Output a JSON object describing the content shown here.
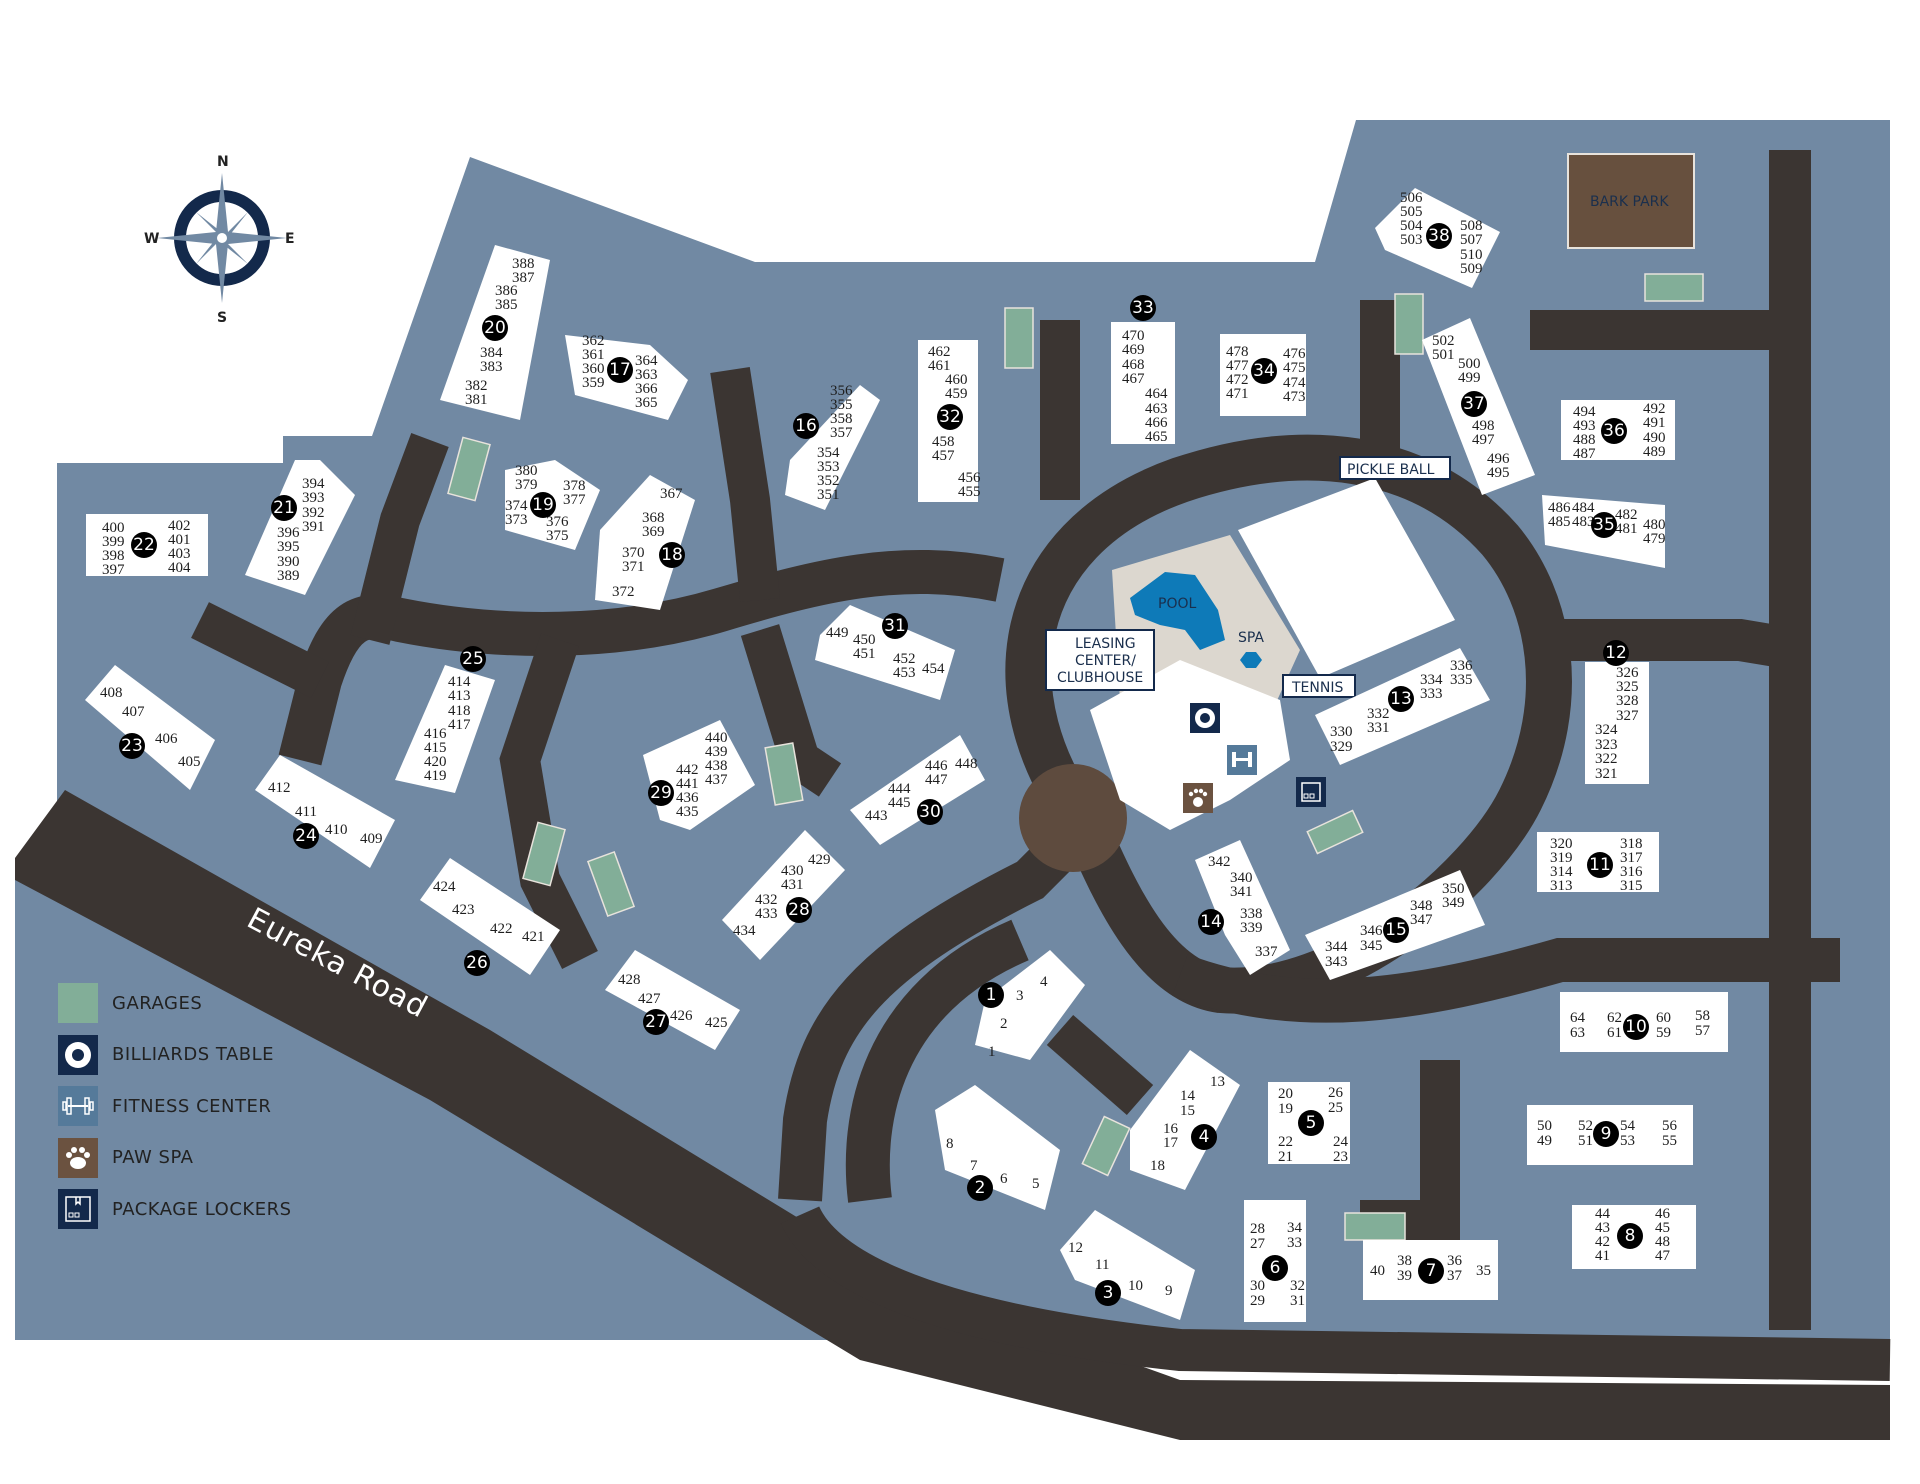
{
  "map": {
    "road_name": "Eureka Road",
    "colors": {
      "ground": "#7189a3",
      "road": "#3b3532",
      "building": "#ffffff",
      "garage": "#82ae98",
      "pool": "#0e7ab8",
      "deck": "#dcd7cf",
      "bark_park": "#67503e",
      "roundabout": "#5e4b3e",
      "badge": "#000000",
      "navy": "#13294b",
      "fitness": "#557a9a",
      "paw": "#6b5240"
    }
  },
  "compass": {
    "n": "N",
    "s": "S",
    "e": "E",
    "w": "W"
  },
  "amenities": {
    "pool": "POOL",
    "spa": "SPA",
    "pickleball": "PICKLE BALL",
    "tennis": "TENNIS",
    "leasing_line1": "LEASING",
    "leasing_line2": "CENTER/",
    "leasing_line3": "CLUBHOUSE",
    "bark_park": "BARK PARK"
  },
  "legend": [
    {
      "label": "GARAGES",
      "icon": "garage-swatch",
      "color": "#82ae98"
    },
    {
      "label": "BILLIARDS TABLE",
      "icon": "billiards-ball-icon",
      "color": "#13294b"
    },
    {
      "label": "FITNESS CENTER",
      "icon": "dumbbell-icon",
      "color": "#557a9a"
    },
    {
      "label": "PAW SPA",
      "icon": "paw-icon",
      "color": "#6b5240"
    },
    {
      "label": "PACKAGE LOCKERS",
      "icon": "package-icon",
      "color": "#13294b"
    }
  ],
  "buildings": [
    {
      "id": "1",
      "units": [
        "1",
        "2",
        "3",
        "4"
      ]
    },
    {
      "id": "2",
      "units": [
        "5",
        "6",
        "7",
        "8"
      ]
    },
    {
      "id": "3",
      "units": [
        "9",
        "10",
        "11",
        "12"
      ]
    },
    {
      "id": "4",
      "units": [
        "13",
        "14",
        "15",
        "16",
        "17",
        "18"
      ]
    },
    {
      "id": "5",
      "units": [
        "19",
        "20",
        "21",
        "22",
        "23",
        "24",
        "25",
        "26"
      ]
    },
    {
      "id": "6",
      "units": [
        "27",
        "28",
        "29",
        "30",
        "31",
        "32",
        "33",
        "34"
      ]
    },
    {
      "id": "7",
      "units": [
        "35",
        "36",
        "37",
        "38",
        "39",
        "40"
      ]
    },
    {
      "id": "8",
      "units": [
        "41",
        "42",
        "43",
        "44",
        "45",
        "46",
        "47",
        "48"
      ]
    },
    {
      "id": "9",
      "units": [
        "49",
        "50",
        "51",
        "52",
        "53",
        "54",
        "55",
        "56"
      ]
    },
    {
      "id": "10",
      "units": [
        "57",
        "58",
        "59",
        "60",
        "61",
        "62",
        "63",
        "64"
      ]
    },
    {
      "id": "11",
      "units": [
        "313",
        "314",
        "315",
        "316",
        "317",
        "318",
        "319",
        "320"
      ]
    },
    {
      "id": "12",
      "units": [
        "321",
        "322",
        "323",
        "324",
        "325",
        "326",
        "327",
        "328"
      ]
    },
    {
      "id": "13",
      "units": [
        "329",
        "330",
        "331",
        "332",
        "333",
        "334",
        "335",
        "336"
      ]
    },
    {
      "id": "14",
      "units": [
        "337",
        "338",
        "339",
        "340",
        "341",
        "342"
      ]
    },
    {
      "id": "15",
      "units": [
        "343",
        "344",
        "345",
        "346",
        "347",
        "348",
        "349",
        "350"
      ]
    },
    {
      "id": "16",
      "units": [
        "351",
        "352",
        "353",
        "354",
        "355",
        "356",
        "357",
        "358"
      ]
    },
    {
      "id": "17",
      "units": [
        "359",
        "360",
        "361",
        "362",
        "363",
        "364",
        "365",
        "366"
      ]
    },
    {
      "id": "18",
      "units": [
        "367",
        "368",
        "369",
        "370",
        "371",
        "372"
      ]
    },
    {
      "id": "19",
      "units": [
        "373",
        "374",
        "375",
        "376",
        "377",
        "378",
        "379",
        "380"
      ]
    },
    {
      "id": "20",
      "units": [
        "381",
        "382",
        "383",
        "384",
        "385",
        "386",
        "387",
        "388"
      ]
    },
    {
      "id": "21",
      "units": [
        "389",
        "390",
        "391",
        "392",
        "393",
        "394",
        "395",
        "396"
      ]
    },
    {
      "id": "22",
      "units": [
        "397",
        "398",
        "399",
        "400",
        "401",
        "402",
        "403",
        "404"
      ]
    },
    {
      "id": "23",
      "units": [
        "405",
        "406",
        "407",
        "408"
      ]
    },
    {
      "id": "24",
      "units": [
        "409",
        "410",
        "411",
        "412"
      ]
    },
    {
      "id": "25",
      "units": [
        "413",
        "414",
        "415",
        "416",
        "417",
        "418",
        "419",
        "420"
      ]
    },
    {
      "id": "26",
      "units": [
        "421",
        "422",
        "423",
        "424"
      ]
    },
    {
      "id": "27",
      "units": [
        "425",
        "426",
        "427",
        "428"
      ]
    },
    {
      "id": "28",
      "units": [
        "429",
        "430",
        "431",
        "432",
        "433",
        "434"
      ]
    },
    {
      "id": "29",
      "units": [
        "435",
        "436",
        "437",
        "438",
        "439",
        "440",
        "441",
        "442"
      ]
    },
    {
      "id": "30",
      "units": [
        "443",
        "444",
        "445",
        "446",
        "447",
        "448"
      ]
    },
    {
      "id": "31",
      "units": [
        "449",
        "450",
        "451",
        "452",
        "453",
        "454"
      ]
    },
    {
      "id": "32",
      "units": [
        "455",
        "456",
        "457",
        "458",
        "459",
        "460",
        "461",
        "462"
      ]
    },
    {
      "id": "33",
      "units": [
        "463",
        "464",
        "465",
        "466",
        "467",
        "468",
        "469",
        "470"
      ]
    },
    {
      "id": "34",
      "units": [
        "471",
        "472",
        "473",
        "474",
        "475",
        "476",
        "477",
        "478"
      ]
    },
    {
      "id": "35",
      "units": [
        "479",
        "480",
        "481",
        "482",
        "483",
        "484",
        "485",
        "486"
      ]
    },
    {
      "id": "36",
      "units": [
        "487",
        "488",
        "489",
        "490",
        "491",
        "492",
        "493",
        "494"
      ]
    },
    {
      "id": "37",
      "units": [
        "495",
        "496",
        "497",
        "498",
        "499",
        "500",
        "501",
        "502"
      ]
    },
    {
      "id": "38",
      "units": [
        "503",
        "504",
        "505",
        "506",
        "507",
        "508",
        "509",
        "510"
      ]
    }
  ],
  "labels": {
    "b1": {
      "num": "1",
      "u": [
        "3",
        "4",
        "2",
        "1"
      ]
    },
    "b2": {
      "num": "2",
      "u": [
        "8",
        "7",
        "6",
        "5"
      ]
    },
    "b3": {
      "num": "3",
      "u": [
        "12",
        "11",
        "10",
        "9"
      ]
    },
    "b4": {
      "num": "4",
      "u": [
        "13",
        "14",
        "15",
        "16",
        "17",
        "18"
      ]
    },
    "b5": {
      "num": "5",
      "u": [
        "20",
        "19",
        "26",
        "25",
        "22",
        "21",
        "24",
        "23"
      ]
    },
    "b6": {
      "num": "6",
      "u": [
        "28",
        "27",
        "34",
        "33",
        "30",
        "29",
        "32",
        "31"
      ]
    },
    "b7": {
      "num": "7",
      "u": [
        "40",
        "38",
        "39",
        "36",
        "37",
        "35"
      ]
    },
    "b8": {
      "num": "8",
      "u": [
        "44",
        "43",
        "42",
        "41",
        "46",
        "45",
        "48",
        "47"
      ]
    },
    "b9": {
      "num": "9",
      "u": [
        "50",
        "49",
        "52",
        "51",
        "54",
        "53",
        "56",
        "55"
      ]
    },
    "b10": {
      "num": "10",
      "u": [
        "64",
        "63",
        "62",
        "61",
        "60",
        "59",
        "58",
        "57"
      ]
    },
    "b11": {
      "num": "11",
      "u": [
        "320",
        "319",
        "314",
        "313",
        "318",
        "317",
        "316",
        "315"
      ]
    },
    "b12": {
      "num": "12",
      "u": [
        "326",
        "325",
        "328",
        "327",
        "324",
        "323",
        "322",
        "321"
      ]
    },
    "b13": {
      "num": "13",
      "u": [
        "330",
        "329",
        "332",
        "331",
        "334",
        "333",
        "336",
        "335"
      ]
    },
    "b14": {
      "num": "14",
      "u": [
        "342",
        "340",
        "341",
        "338",
        "339",
        "337"
      ]
    },
    "b15": {
      "num": "15",
      "u": [
        "344",
        "343",
        "346",
        "345",
        "348",
        "347",
        "350",
        "349"
      ]
    },
    "b16": {
      "num": "16",
      "u": [
        "356",
        "355",
        "358",
        "357",
        "354",
        "353",
        "352",
        "351"
      ]
    },
    "b17": {
      "num": "17",
      "u": [
        "362",
        "361",
        "360",
        "359",
        "364",
        "363",
        "366",
        "365"
      ]
    },
    "b18": {
      "num": "18",
      "u": [
        "367",
        "368",
        "369",
        "370",
        "371",
        "372"
      ]
    },
    "b19": {
      "num": "19",
      "u": [
        "380",
        "379",
        "374",
        "373",
        "378",
        "377",
        "376",
        "375"
      ]
    },
    "b20": {
      "num": "20",
      "u": [
        "388",
        "387",
        "386",
        "385",
        "384",
        "383",
        "382",
        "381"
      ]
    },
    "b21": {
      "num": "21",
      "u": [
        "394",
        "393",
        "392",
        "391",
        "396",
        "395",
        "390",
        "389"
      ]
    },
    "b22": {
      "num": "22",
      "u": [
        "400",
        "399",
        "398",
        "397",
        "402",
        "401",
        "403",
        "404"
      ]
    },
    "b23": {
      "num": "23",
      "u": [
        "408",
        "407",
        "406",
        "405"
      ]
    },
    "b24": {
      "num": "24",
      "u": [
        "412",
        "411",
        "410",
        "409"
      ]
    },
    "b25": {
      "num": "25",
      "u": [
        "414",
        "413",
        "418",
        "417",
        "416",
        "415",
        "420",
        "419"
      ]
    },
    "b26": {
      "num": "26",
      "u": [
        "424",
        "423",
        "422",
        "421"
      ]
    },
    "b27": {
      "num": "27",
      "u": [
        "428",
        "427",
        "426",
        "425"
      ]
    },
    "b28": {
      "num": "28",
      "u": [
        "429",
        "430",
        "431",
        "432",
        "433",
        "434"
      ]
    },
    "b29": {
      "num": "29",
      "u": [
        "440",
        "439",
        "438",
        "437",
        "442",
        "441",
        "436",
        "435"
      ]
    },
    "b30": {
      "num": "30",
      "u": [
        "446",
        "447",
        "448",
        "444",
        "445",
        "443"
      ]
    },
    "b31": {
      "num": "31",
      "u": [
        "449",
        "450",
        "451",
        "452",
        "453",
        "454"
      ]
    },
    "b32": {
      "num": "32",
      "u": [
        "462",
        "461",
        "460",
        "459",
        "458",
        "457",
        "456",
        "455"
      ]
    },
    "b33": {
      "num": "33",
      "u": [
        "470",
        "469",
        "468",
        "467",
        "464",
        "463",
        "466",
        "465"
      ]
    },
    "b34": {
      "num": "34",
      "u": [
        "478",
        "477",
        "472",
        "471",
        "476",
        "475",
        "474",
        "473"
      ]
    },
    "b35": {
      "num": "35",
      "u": [
        "486",
        "485",
        "484",
        "483",
        "482",
        "481",
        "480",
        "479"
      ]
    },
    "b36": {
      "num": "36",
      "u": [
        "494",
        "493",
        "488",
        "487",
        "492",
        "491",
        "490",
        "489"
      ]
    },
    "b37": {
      "num": "37",
      "u": [
        "502",
        "501",
        "500",
        "499",
        "498",
        "497",
        "496",
        "495"
      ]
    },
    "b38": {
      "num": "38",
      "u": [
        "506",
        "505",
        "504",
        "503",
        "508",
        "507",
        "510",
        "509"
      ]
    }
  }
}
